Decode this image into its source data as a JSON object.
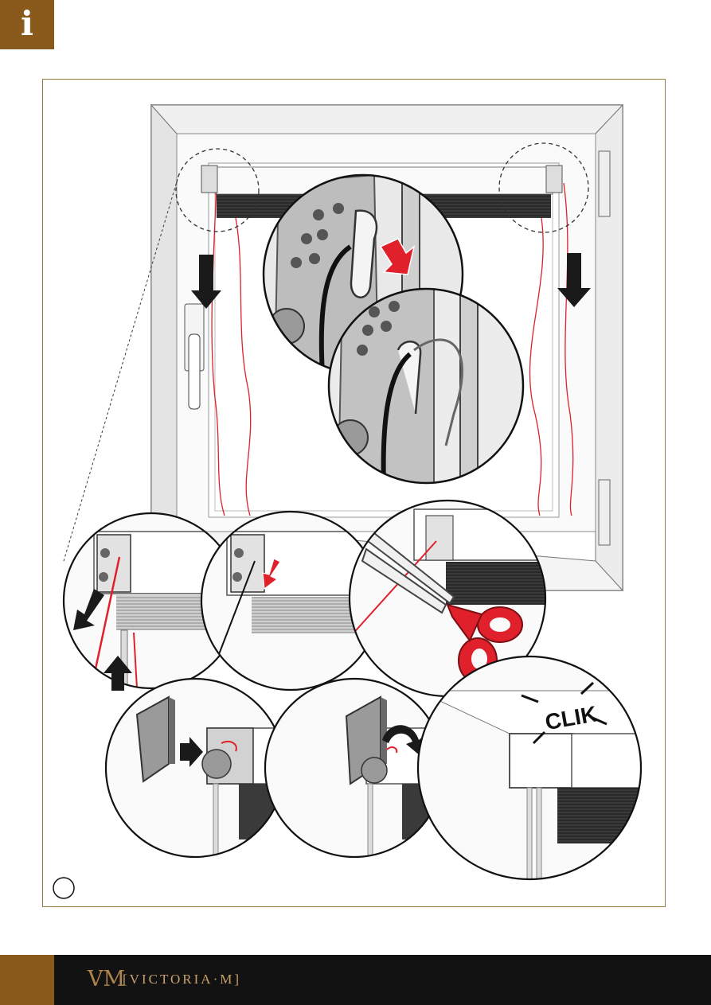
{
  "header": {
    "info_icon": "info-icon",
    "info_glyph": "i"
  },
  "illustration": {
    "callout_text": "CLIK",
    "accent_red": "#e0202a",
    "accent_dark": "#1a1a1a"
  },
  "footer": {
    "brand_monogram": "VM",
    "brand_name": "[VICTORIA·M]"
  },
  "colors": {
    "brand": "#8a5a1c",
    "footer_bg": "#121212",
    "frame_line": "#9a7a45"
  }
}
